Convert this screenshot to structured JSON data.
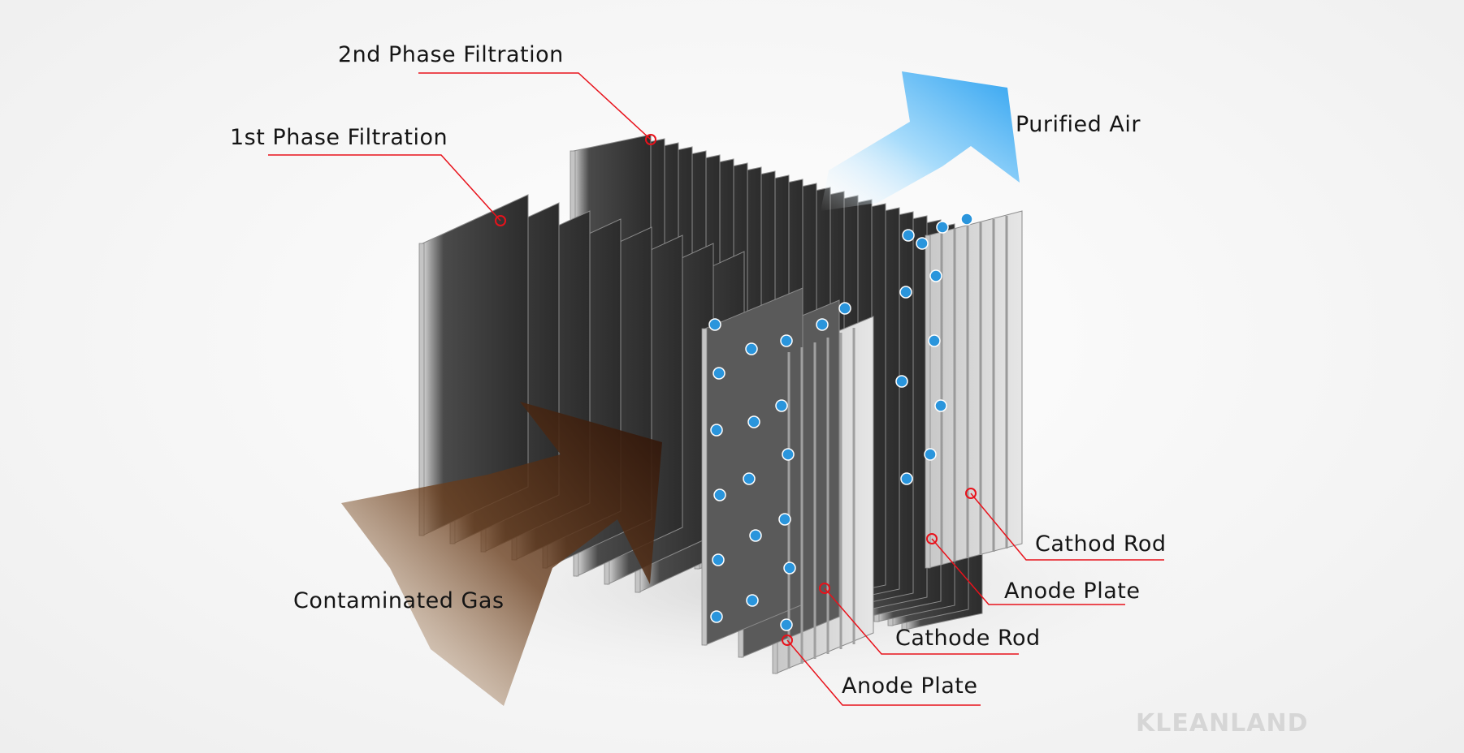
{
  "labels": {
    "second_phase": "2nd Phase Filtration",
    "first_phase": "1st Phase Filtration",
    "purified_air": "Purified Air",
    "contaminated_gas": "Contaminated Gas",
    "cathod_rod": "Cathod Rod",
    "anode_plate_right": "Anode Plate",
    "cathode_rod": "Cathode Rod",
    "anode_plate_front": "Anode Plate"
  },
  "watermark": "KLEANLAND",
  "colors": {
    "leader": "#e8121b",
    "air_arrow": "#3aa8f0",
    "gas_arrow": "#5a3418",
    "ion": "#2a95dc"
  }
}
